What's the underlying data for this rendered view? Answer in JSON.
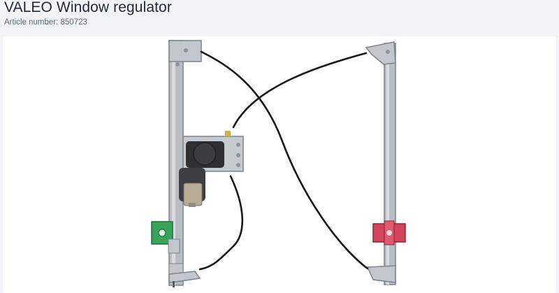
{
  "product": {
    "title": "VALEO Window regulator",
    "article_label": "Article number:",
    "article_number": "850723"
  },
  "image": {
    "subject": "window-regulator",
    "colors": {
      "rail": "#b4b9c0",
      "rail_edge": "#7d838b",
      "cable": "#1a1a1a",
      "motor": "#2e3034",
      "clip_left": "#3aa35a",
      "clip_right": "#d2465a"
    }
  }
}
